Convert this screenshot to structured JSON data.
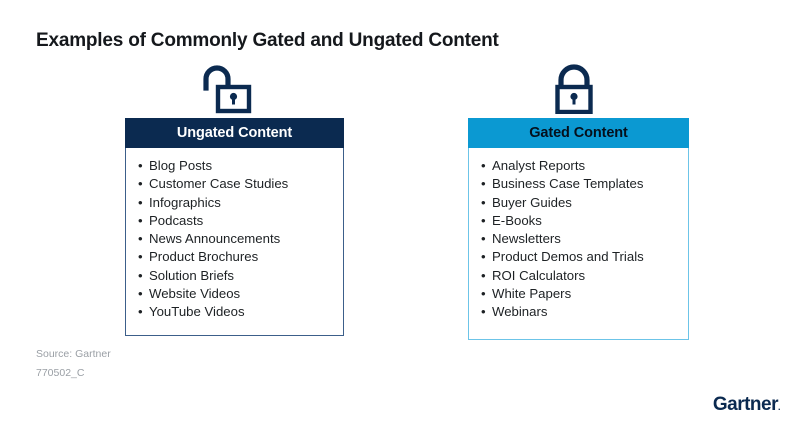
{
  "slide": {
    "title": "Examples of Commonly Gated and Ungated Content",
    "background_color": "#FFFFFF"
  },
  "colors": {
    "navy": "#0B2A50",
    "blue": "#0B99D2",
    "navy_border": "#3C5F8A",
    "blue_border": "#6CC4E8",
    "body_text": "#1D2124",
    "footer_text": "#9A9FA5"
  },
  "cards": [
    {
      "id": "ungated",
      "icon": "lock-open-icon",
      "header_label": "Ungated Content",
      "header_bg": "#0B2A50",
      "header_text_color": "#FFFFFF",
      "items": [
        "Blog Posts",
        "Customer Case Studies",
        "Infographics",
        "Podcasts",
        "News Announcements",
        "Product Brochures",
        "Solution Briefs",
        "Website Videos",
        "YouTube Videos"
      ]
    },
    {
      "id": "gated",
      "icon": "lock-closed-icon",
      "header_label": "Gated Content",
      "header_bg": "#0B99D2",
      "header_text_color": "#05101C",
      "items": [
        "Analyst Reports",
        "Business Case Templates",
        "Buyer Guides",
        "E-Books",
        "Newsletters",
        "Product Demos and Trials",
        "ROI Calculators",
        "White Papers",
        "Webinars"
      ]
    }
  ],
  "bullet_glyph": "•",
  "footer": {
    "source": "Source: Gartner",
    "doc_id": "770502_C",
    "logo_text": "Gartner",
    "logo_mark": "."
  }
}
